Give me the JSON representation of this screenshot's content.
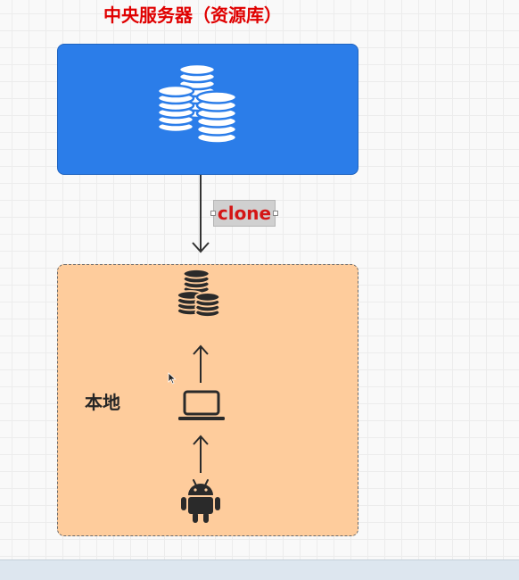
{
  "diagram": {
    "title": "中央服务器（资源库）",
    "edge_label": "clone",
    "local_label": "本地"
  },
  "colors": {
    "title": "#e00000",
    "server_fill": "#2b7de9",
    "local_fill": "#fecc9c",
    "clone_text": "#d41616"
  },
  "icons": {
    "server": "database-icon",
    "local_repo": "database-icon",
    "computer": "laptop-icon",
    "device": "android-icon"
  }
}
